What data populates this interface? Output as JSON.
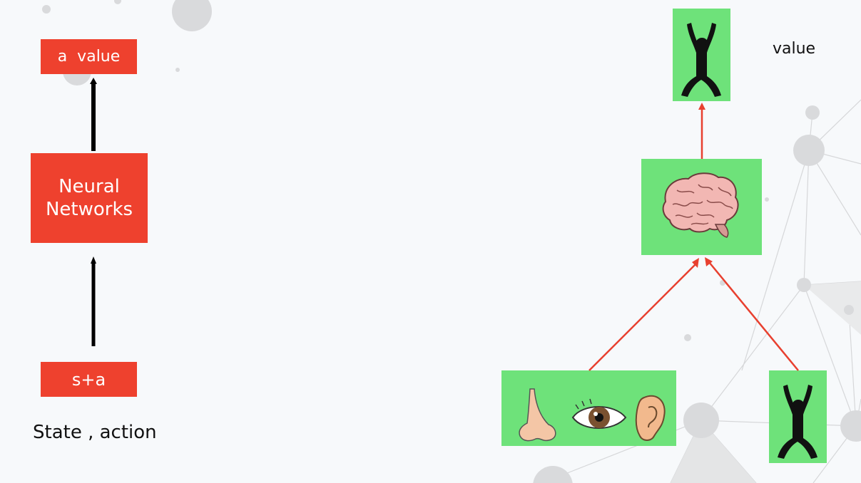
{
  "left": {
    "top_box_label": "a  value",
    "nn_label_line1": "Neural",
    "nn_label_line2": "Networks",
    "bottom_box_label": "s+a",
    "caption": "State , action"
  },
  "right": {
    "value_label": "value"
  },
  "colors": {
    "box_red": "#ee412e",
    "box_green": "#6ee27a",
    "arrow_red": "#e8402f",
    "arrow_black": "#000000"
  }
}
